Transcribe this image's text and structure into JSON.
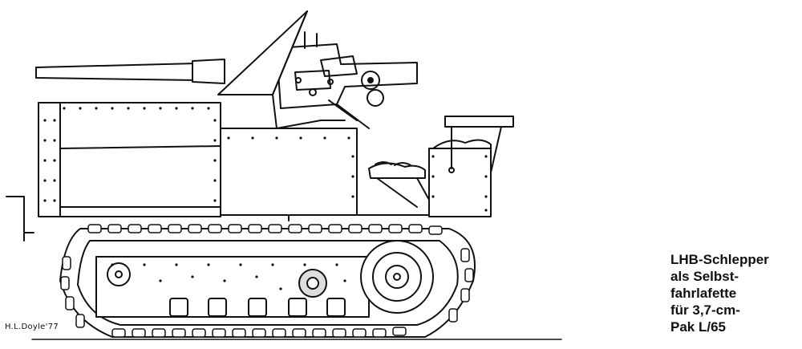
{
  "caption": {
    "lines": [
      "LHB-Schlepper",
      "als Selbst-",
      "fahrlafette",
      "für 3,7-cm-",
      "Pak L/65"
    ]
  },
  "signature": "H.L.Doyle'77"
}
